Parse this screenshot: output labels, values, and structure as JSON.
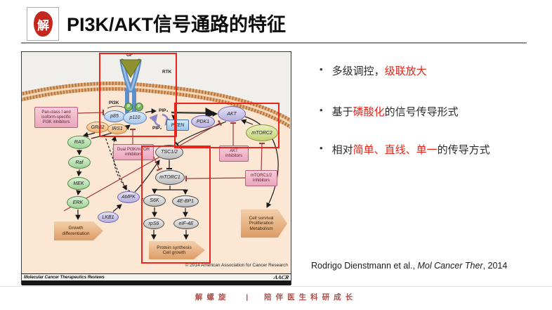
{
  "slide": {
    "title": "PI3K/AKT信号通路的特征",
    "logo_char": "解"
  },
  "bullets": {
    "char": "•",
    "items": [
      {
        "segments": [
          {
            "t": "多级调控，"
          },
          {
            "t": "级联放大",
            "red": true
          }
        ]
      },
      {
        "segments": [
          {
            "t": "基于"
          },
          {
            "t": "磷酸化",
            "red": true
          },
          {
            "t": "的信号传导形式"
          }
        ]
      },
      {
        "segments": [
          {
            "t": "相对"
          },
          {
            "t": "简单、直线、单一",
            "red": true
          },
          {
            "t": "的传导方式"
          }
        ]
      }
    ]
  },
  "citation": {
    "segments": [
      {
        "t": "Rodrigo Dienstmann et al., "
      },
      {
        "t": "Mol Cancer Ther",
        "italic": true
      },
      {
        "t": ", 2014"
      }
    ]
  },
  "footer": {
    "brand": "解螺旋",
    "divider": "|",
    "slogan": "陪伴医生科研成长"
  },
  "figure": {
    "labels": {
      "gf": "GF",
      "rtk": "RTK",
      "pi3k": "PI3K",
      "p": "P",
      "p85": "p85",
      "p110": "p110",
      "grb2": "GRB2",
      "irs1": "IRS1",
      "pip3": "PIP₃",
      "pip2": "PIP₂",
      "pten": "PTEN",
      "pdk1": "PDK1",
      "akt": "AKT",
      "mtorc2": "mTORC2",
      "ras": "RAS",
      "raf": "Raf",
      "mek": "MEK",
      "erk": "ERK",
      "lkb1": "LKB1",
      "ampk": "AMPK",
      "tsc12": "TSC1/2",
      "mtorc1": "mTORC1",
      "s6k": "S6K",
      "ebp1": "4E-BP1",
      "rps6": "rpS6",
      "eif4e": "eIF-4E"
    },
    "inhibitors": {
      "pan": [
        "Pan-class I and",
        "isoform-specific",
        "PI3K inhibitors"
      ],
      "dual": [
        "Dual PI3K/mTOR",
        "inhibitors"
      ],
      "akt": [
        "AKT",
        "inhibitors"
      ],
      "mtorc12": [
        "mTORC1/2",
        "inhibitors"
      ]
    },
    "outputs": {
      "growth": [
        "Growth",
        "differentiation"
      ],
      "protein": [
        "Protein synthesis",
        "Cell growth"
      ],
      "survival": [
        "Cell survival",
        "Proliferation",
        "Metabolism"
      ]
    },
    "copyright": "© 2014 American Association for Cancer Research",
    "journal": "Molecular Cancer Therapeutics Reviews",
    "aacr": "AACR"
  },
  "colors": {
    "highlight_red": "#e02418",
    "annotation_red": "#ea231b",
    "footer_red": "#a8514d",
    "seal_red": "#c4271e"
  }
}
